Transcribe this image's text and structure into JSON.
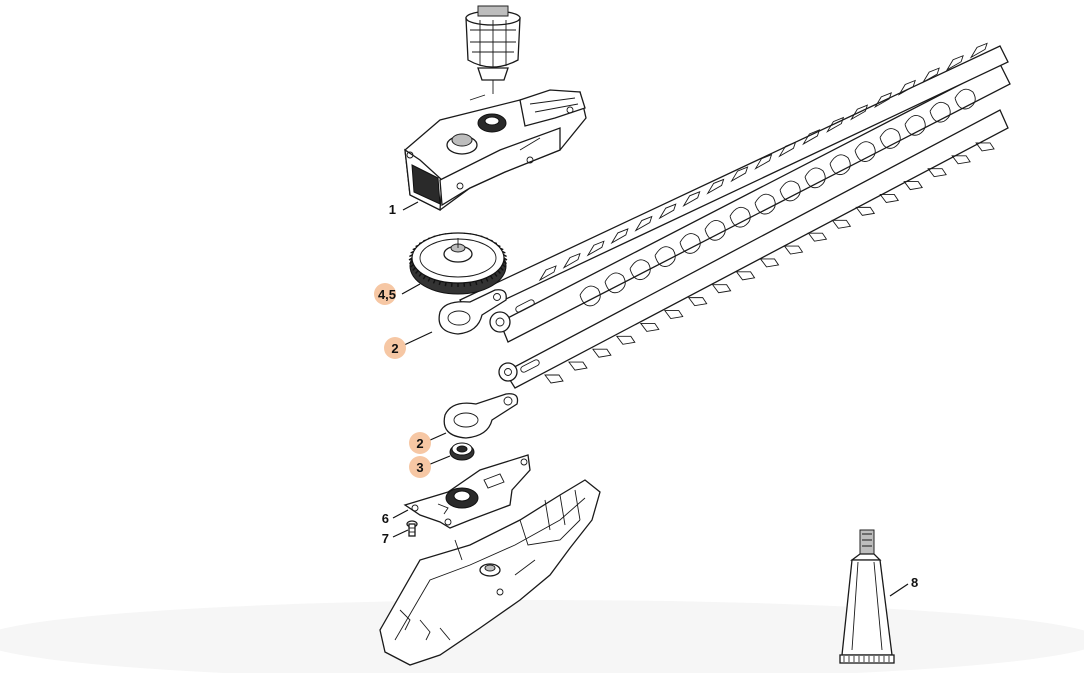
{
  "diagram": {
    "labels": [
      {
        "key": "housing",
        "text": "1",
        "highlighted": false
      },
      {
        "key": "gear",
        "text": "4,5",
        "highlighted": true
      },
      {
        "key": "con_rod_upper",
        "text": "2",
        "highlighted": true
      },
      {
        "key": "con_rod_lower",
        "text": "2",
        "highlighted": true
      },
      {
        "key": "bearing",
        "text": "3",
        "highlighted": true
      },
      {
        "key": "plate",
        "text": "6",
        "highlighted": false
      },
      {
        "key": "screw",
        "text": "7",
        "highlighted": false
      },
      {
        "key": "grease_tube",
        "text": "8",
        "highlighted": false
      }
    ],
    "highlight_color": "#f6c7a4"
  }
}
